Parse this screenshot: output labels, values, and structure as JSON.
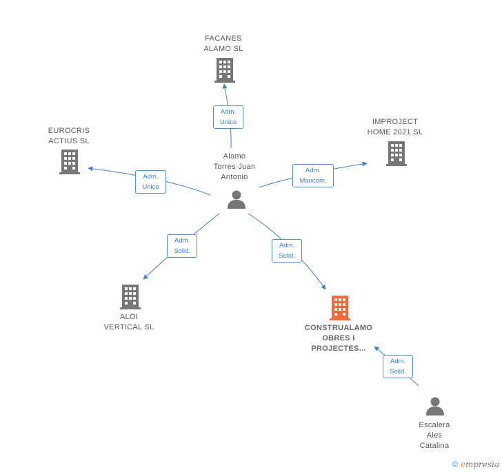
{
  "nodes": {
    "facanes": {
      "label": "FACANES\nALAMO SL",
      "type": "company"
    },
    "eurocris": {
      "label": "EUROCRIS\nACTIUS SL",
      "type": "company"
    },
    "improject": {
      "label": "IMPROJECT\nHOME 2021  SL",
      "type": "company"
    },
    "aloi": {
      "label": "ALOI\nVERTICAL  SL",
      "type": "company"
    },
    "construalamo": {
      "label": "CONSTRUALAMO\nOBRES I\nPROJECTES...",
      "type": "company-highlight"
    },
    "alamo": {
      "label": "Alamo\nTorres Juan\nAntonio",
      "type": "person"
    },
    "escalera": {
      "label": "Escalera\nAles\nCatalina",
      "type": "person"
    }
  },
  "roles": {
    "facanes": "Adm.\nUnico",
    "eurocris": "Adm.\nUnico",
    "improject": "Adm.\nMancom.",
    "aloi": "Adm.\nSolid.",
    "construalamo": "Adm.\nSolid.",
    "escalera": "Adm.\nSolid."
  },
  "colors": {
    "company_icon": "#777777",
    "highlight_icon": "#f26a3a",
    "person_icon": "#777777",
    "edge": "#3d7fcb"
  },
  "footer": {
    "copyright": "©",
    "brand_e": "e",
    "brand_rest": "mpresia"
  }
}
